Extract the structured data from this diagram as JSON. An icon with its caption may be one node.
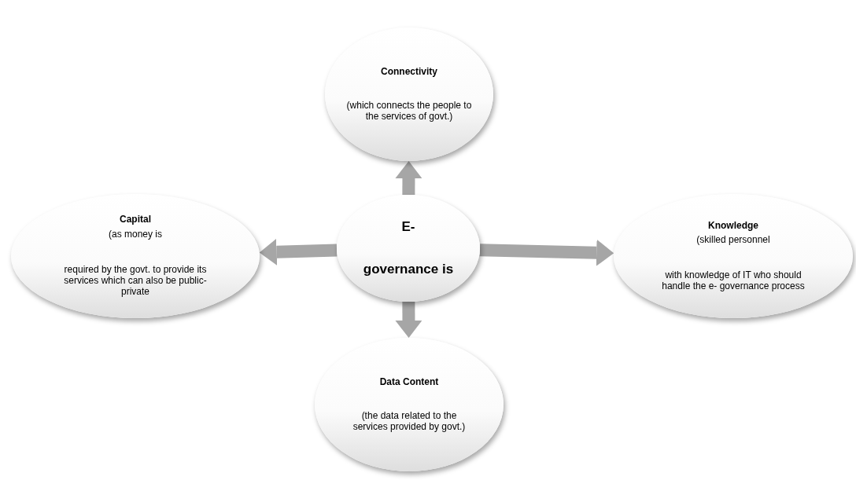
{
  "diagram": {
    "nodes": [
      {
        "text": [
          "E-",
          "governance is"
        ]
      },
      {
        "text": [
          "Connectivity",
          "(which connects the people to the services of govt.)"
        ]
      },
      {
        "text": [
          "Capital",
          "(as money is",
          "required by the govt. to provide its services which can also be public- private"
        ]
      },
      {
        "text": [
          "Knowledge",
          "(skilled personnel",
          "with knowledge of IT who should handle the e- governance process"
        ]
      },
      {
        "text": [
          "Data Content",
          "(the data related to the services provided by govt.)"
        ]
      }
    ],
    "edges": [
      {
        "from": 0,
        "to": 1,
        "arrow": "to"
      },
      {
        "from": 0,
        "to": 2,
        "arrow": "to"
      },
      {
        "from": 0,
        "to": 3,
        "arrow": "to"
      },
      {
        "from": 0,
        "to": 4,
        "arrow": "to"
      }
    ]
  }
}
